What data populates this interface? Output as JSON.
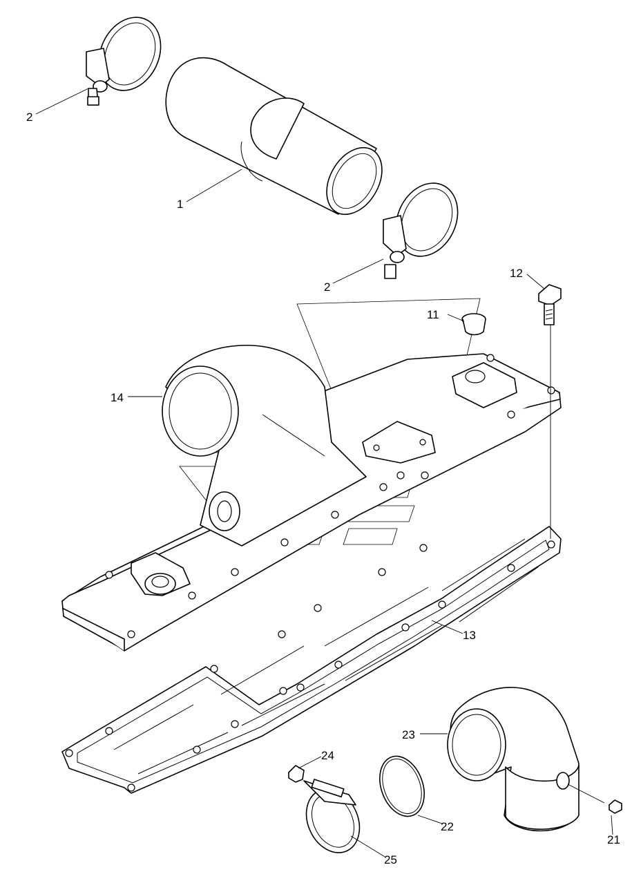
{
  "callouts": [
    {
      "id": "c1",
      "label": "1"
    },
    {
      "id": "c2a",
      "label": "2"
    },
    {
      "id": "c2b",
      "label": "2"
    },
    {
      "id": "c11",
      "label": "11"
    },
    {
      "id": "c12",
      "label": "12"
    },
    {
      "id": "c13",
      "label": "13"
    },
    {
      "id": "c14",
      "label": "14"
    },
    {
      "id": "c21",
      "label": "21"
    },
    {
      "id": "c22",
      "label": "22"
    },
    {
      "id": "c23",
      "label": "23"
    },
    {
      "id": "c24",
      "label": "24"
    },
    {
      "id": "c25",
      "label": "25"
    }
  ]
}
